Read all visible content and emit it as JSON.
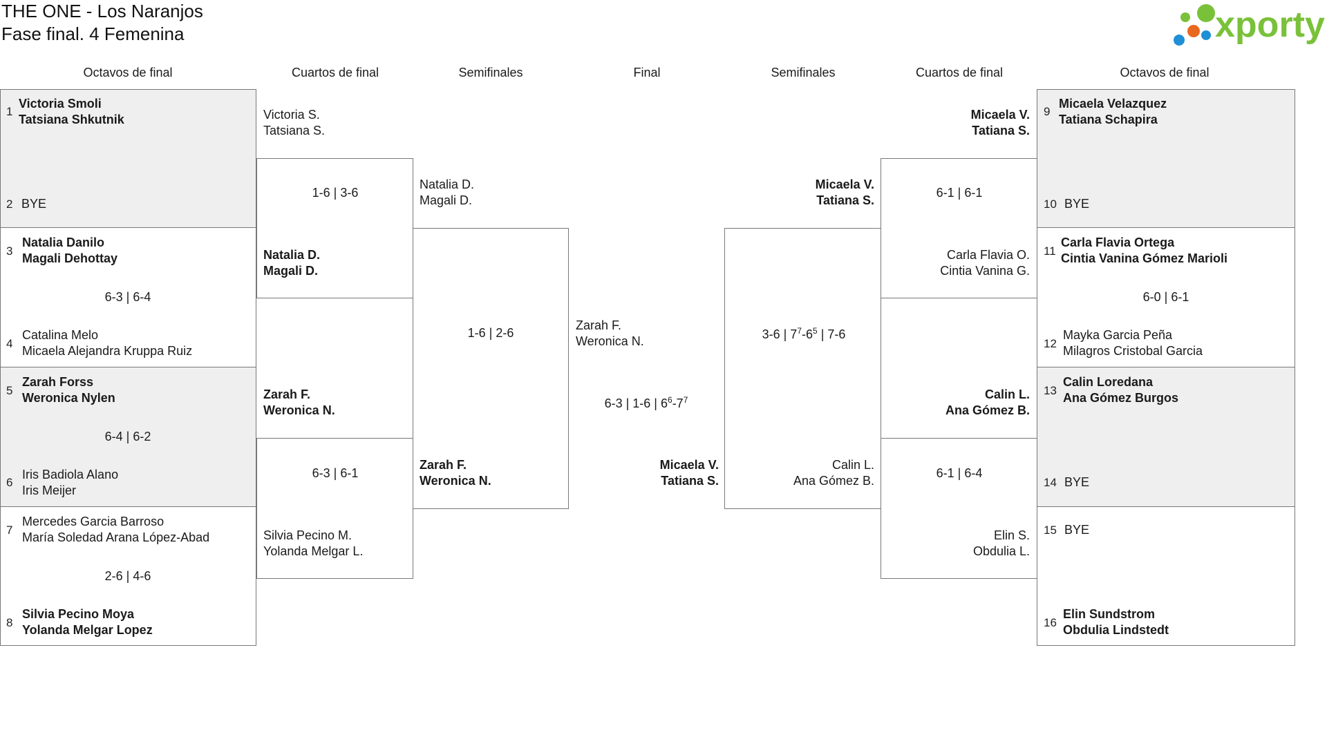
{
  "header": {
    "title_line1": "THE ONE - Los Naranjos",
    "title_line2": "Fase final. 4 Femenina",
    "logo_text": "xporty",
    "logo_color": "#7ac13a"
  },
  "rounds_left": [
    "Octavos de final",
    "Cuartos de final",
    "Semifinales"
  ],
  "round_final": "Final",
  "rounds_right": [
    "Semifinales",
    "Cuartos de final",
    "Octavos de final"
  ],
  "left": {
    "r16": [
      {
        "seed_a": "1",
        "a1": "Victoria Smoli",
        "a2": "Tatsiana Shkutnik",
        "seed_b": "2",
        "b1": "BYE",
        "b2": "",
        "score": ""
      },
      {
        "seed_a": "3",
        "a1": "Natalia Danilo",
        "a2": "Magali Dehottay",
        "seed_b": "4",
        "b1": "Catalina Melo",
        "b2": "Micaela Alejandra Kruppa Ruiz",
        "score": "6-3 | 6-4"
      },
      {
        "seed_a": "5",
        "a1": "Zarah Forss",
        "a2": "Weronica Nylen",
        "seed_b": "6",
        "b1": "Iris Badiola Alano",
        "b2": "Iris Meijer",
        "score": "6-4 | 6-2"
      },
      {
        "seed_a": "7",
        "a1": "Mercedes Garcia Barroso",
        "a2": "María Soledad Arana López-Abad",
        "seed_b": "8",
        "b1": "Silvia Pecino Moya",
        "b2": "Yolanda Melgar Lopez",
        "score": "2-6 | 4-6"
      }
    ],
    "qf": [
      {
        "a1": "Victoria S.",
        "a2": "Tatsiana S.",
        "b1": "Natalia D.",
        "b2": "Magali D.",
        "score": "1-6 | 3-6"
      },
      {
        "a1": "Zarah F.",
        "a2": "Weronica N.",
        "b1": "Silvia Pecino M.",
        "b2": "Yolanda Melgar L.",
        "score": "6-3 | 6-1"
      }
    ],
    "sf": {
      "a1": "Natalia D.",
      "a2": "Magali D.",
      "b1": "Zarah F.",
      "b2": "Weronica N.",
      "score": "1-6 | 2-6"
    }
  },
  "final": {
    "a1": "Zarah F.",
    "a2": "Weronica N.",
    "b1": "Micaela V.",
    "b2": "Tatiana S.",
    "score_pre": "6-3 | 1-6 | 6",
    "score_sup1": "6",
    "score_mid": "-7",
    "score_sup2": "7"
  },
  "right": {
    "r16": [
      {
        "seed_a": "9",
        "a1": "Micaela Velazquez",
        "a2": "Tatiana Schapira",
        "seed_b": "10",
        "b1": "BYE",
        "b2": "",
        "score": ""
      },
      {
        "seed_a": "11",
        "a1": "Carla Flavia Ortega",
        "a2": "Cintia Vanina Gómez Marioli",
        "seed_b": "12",
        "b1": "Mayka Garcia Peña",
        "b2": "Milagros Cristobal Garcia",
        "score": "6-0 | 6-1"
      },
      {
        "seed_a": "13",
        "a1": "Calin Loredana",
        "a2": "Ana Gómez Burgos",
        "seed_b": "14",
        "b1": "BYE",
        "b2": "",
        "score": ""
      },
      {
        "seed_a": "15",
        "a1": "BYE",
        "a2": "",
        "seed_b": "16",
        "b1": "Elin Sundstrom",
        "b2": "Obdulia Lindstedt",
        "score": ""
      }
    ],
    "qf": [
      {
        "a1": "Micaela V.",
        "a2": "Tatiana S.",
        "b1": "Carla Flavia O.",
        "b2": "Cintia Vanina G.",
        "score": "6-1 | 6-1"
      },
      {
        "a1": "Calin L.",
        "a2": "Ana Gómez B.",
        "b1": "Elin S.",
        "b2": "Obdulia L.",
        "score": "6-1 | 6-4"
      }
    ],
    "sf": {
      "a1": "Micaela V.",
      "a2": "Tatiana S.",
      "b1": "Calin L.",
      "b2": "Ana Gómez B.",
      "score_pre": "3-6 | 7",
      "score_sup1": "7",
      "score_mid": "-6",
      "score_sup2": "5",
      "score_post": " | 7-6"
    }
  }
}
